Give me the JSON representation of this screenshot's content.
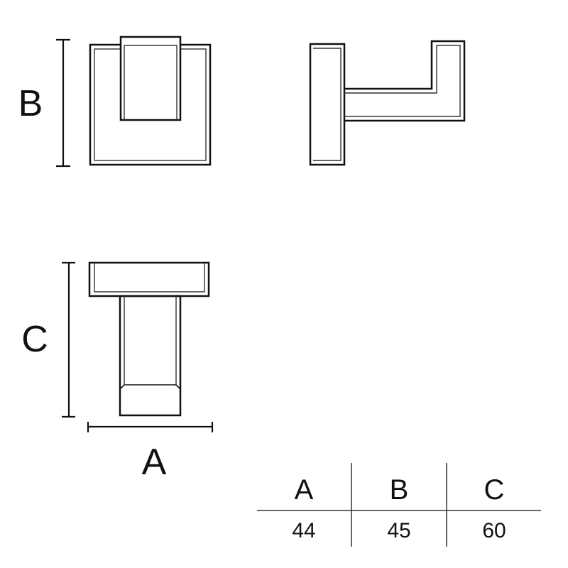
{
  "diagram": {
    "type": "technical-dimension-drawing",
    "subject": "wall hook",
    "views": [
      {
        "name": "front-view",
        "dimension_label": "B"
      },
      {
        "name": "side-view",
        "dimension_label": ""
      },
      {
        "name": "top-view",
        "dimension_labels": [
          "C",
          "A"
        ]
      }
    ],
    "labels": {
      "front_height": "B",
      "top_depth": "C",
      "top_width": "A"
    },
    "stroke_color": "#111111",
    "inner_stroke_color": "#333333"
  },
  "table": {
    "headers": [
      "A",
      "B",
      "C"
    ],
    "values": [
      "44",
      "45",
      "60"
    ]
  }
}
